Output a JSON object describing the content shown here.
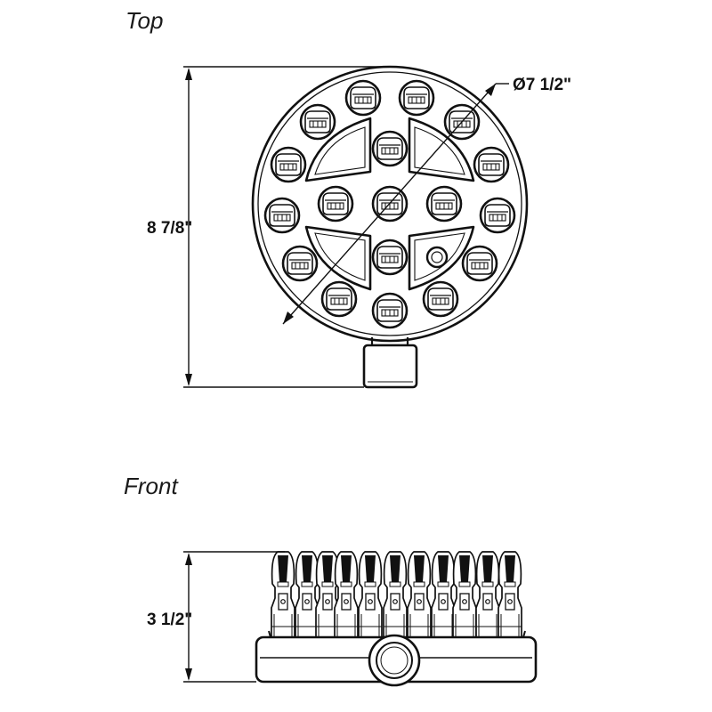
{
  "views": {
    "top": {
      "title": "Top"
    },
    "front": {
      "title": "Front"
    }
  },
  "dimensions": {
    "diameter": "Ø7 1/2\"",
    "overall_depth": "8 7/8\"",
    "height": "3 1/2\""
  },
  "colors": {
    "line": "#111111",
    "background": "#ffffff"
  }
}
